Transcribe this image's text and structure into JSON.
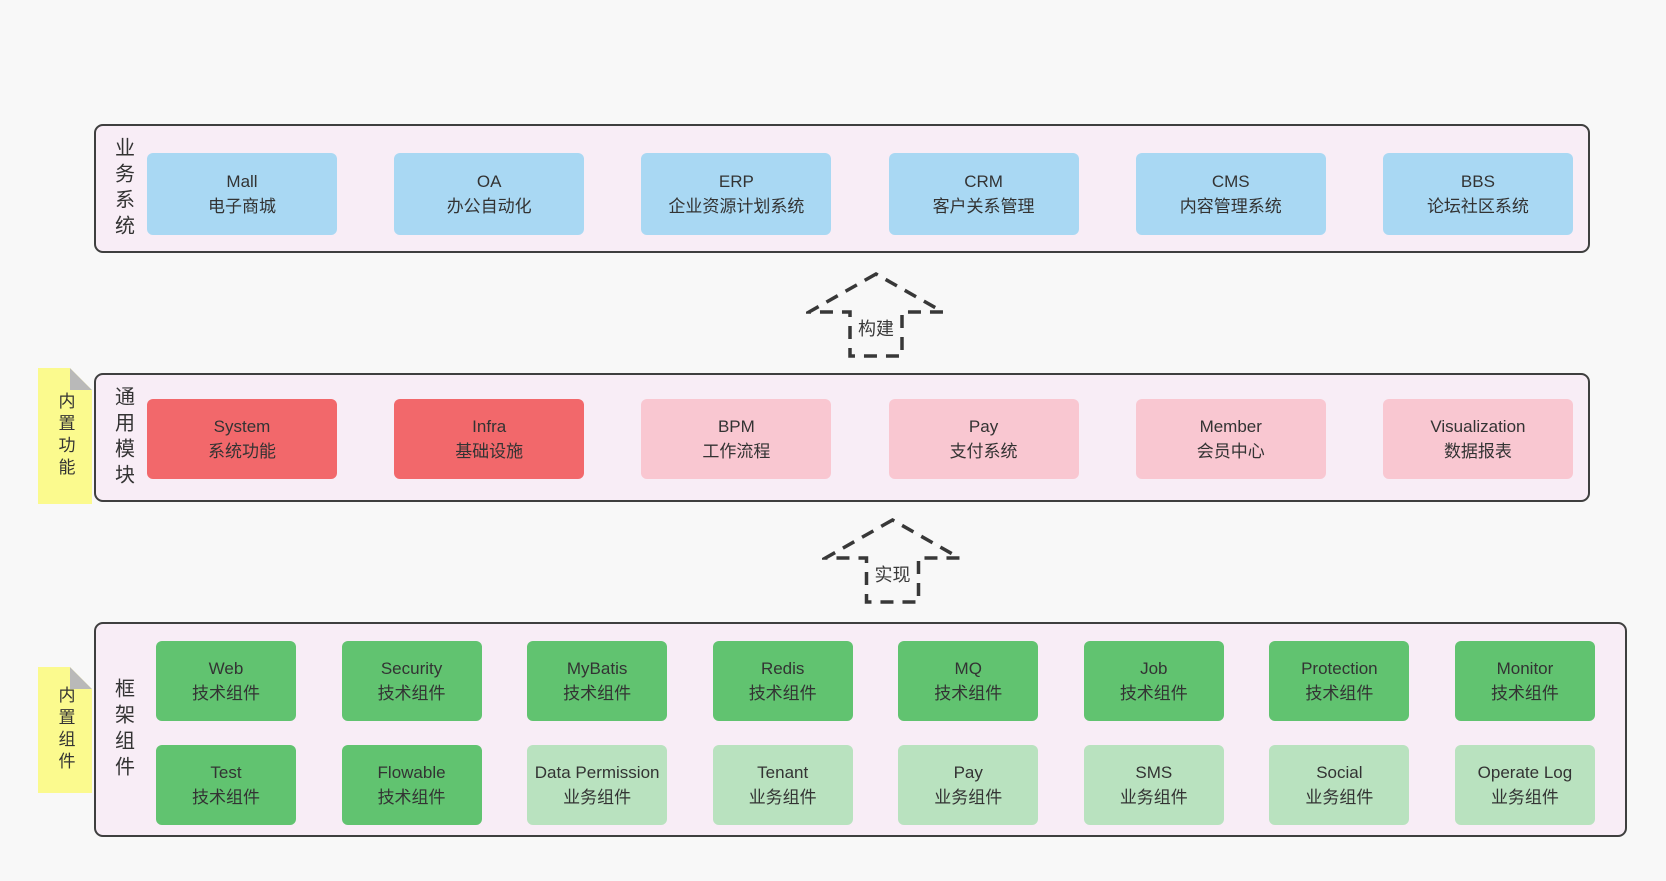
{
  "palette": {
    "page_bg": "#f8f8f8",
    "layer_bg": "#f8edf6",
    "layer_border": "#3f3f3f",
    "blue_box": "#a9d8f3",
    "red_box": "#f2686b",
    "pink_box": "#f9c7d1",
    "green_box": "#61c370",
    "light_green_box": "#b9e2bf",
    "note_bg": "#fbfa8e",
    "note_fold": "#b9b9b9",
    "text": "#333333"
  },
  "arrows": [
    {
      "label": "构建"
    },
    {
      "label": "实现"
    }
  ],
  "notes": [
    {
      "label": "内置功能"
    },
    {
      "label": "内置组件"
    }
  ],
  "layers": {
    "business": {
      "label": "业务系统",
      "boxes": [
        {
          "title": "Mall",
          "subtitle": "电子商城"
        },
        {
          "title": "OA",
          "subtitle": "办公自动化"
        },
        {
          "title": "ERP",
          "subtitle": "企业资源计划系统"
        },
        {
          "title": "CRM",
          "subtitle": "客户关系管理"
        },
        {
          "title": "CMS",
          "subtitle": "内容管理系统"
        },
        {
          "title": "BBS",
          "subtitle": "论坛社区系统"
        }
      ]
    },
    "modules": {
      "label": "通用模块",
      "boxes": [
        {
          "title": "System",
          "subtitle": "系统功能"
        },
        {
          "title": "Infra",
          "subtitle": "基础设施"
        },
        {
          "title": "BPM",
          "subtitle": "工作流程"
        },
        {
          "title": "Pay",
          "subtitle": "支付系统"
        },
        {
          "title": "Member",
          "subtitle": "会员中心"
        },
        {
          "title": "Visualization",
          "subtitle": "数据报表"
        }
      ]
    },
    "components": {
      "label": "框架组件",
      "rows": [
        [
          {
            "title": "Web",
            "subtitle": "技术组件"
          },
          {
            "title": "Security",
            "subtitle": "技术组件"
          },
          {
            "title": "MyBatis",
            "subtitle": "技术组件"
          },
          {
            "title": "Redis",
            "subtitle": "技术组件"
          },
          {
            "title": "MQ",
            "subtitle": "技术组件"
          },
          {
            "title": "Job",
            "subtitle": "技术组件"
          },
          {
            "title": "Protection",
            "subtitle": "技术组件"
          },
          {
            "title": "Monitor",
            "subtitle": "技术组件"
          }
        ],
        [
          {
            "title": "Test",
            "subtitle": "技术组件"
          },
          {
            "title": "Flowable",
            "subtitle": "技术组件"
          },
          {
            "title": "Data Permission",
            "subtitle": "业务组件"
          },
          {
            "title": "Tenant",
            "subtitle": "业务组件"
          },
          {
            "title": "Pay",
            "subtitle": "业务组件"
          },
          {
            "title": "SMS",
            "subtitle": "业务组件"
          },
          {
            "title": "Social",
            "subtitle": "业务组件"
          },
          {
            "title": "Operate Log",
            "subtitle": "业务组件"
          }
        ]
      ]
    }
  }
}
